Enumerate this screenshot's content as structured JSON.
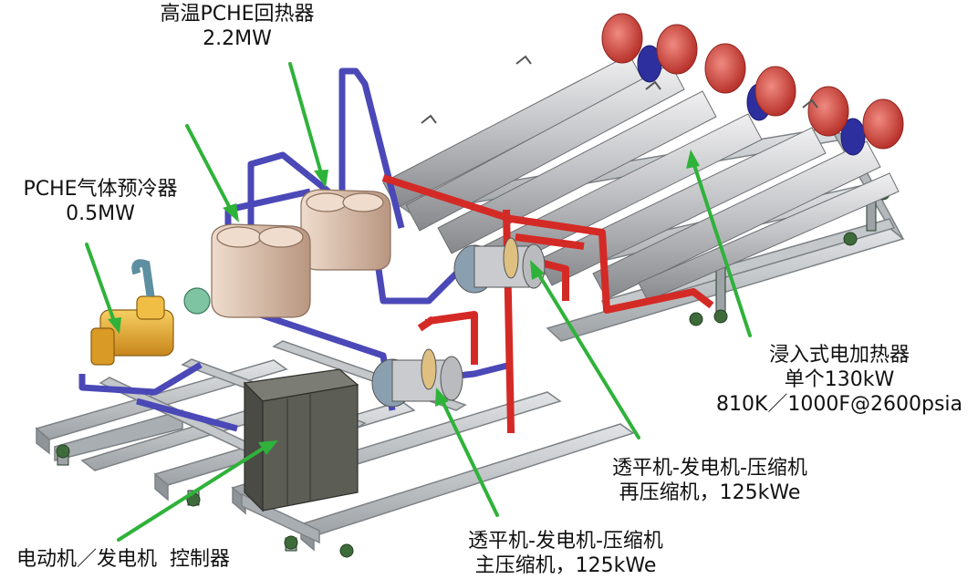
{
  "labels": {
    "recuperator": {
      "name": "高温PCHE回热器",
      "power": "2.2MW"
    },
    "precooler": {
      "name": "PCHE气体预冷器",
      "power": "0.5MW"
    },
    "heater": {
      "name": "浸入式电加热器",
      "unit": "单个130kW",
      "rating": "810K／1000F@2600psia"
    },
    "recompressor": {
      "name": "透平机-发电机-压缩机",
      "detail": "再压缩机，125kWe"
    },
    "main_compressor": {
      "name": "透平机-发电机-压缩机",
      "detail": "主压缩机，125kWe"
    },
    "controller": {
      "name": "电动机／发电机  控制器"
    }
  },
  "colors": {
    "frame": "#b9bec2",
    "pipe_hot": "#d42a26",
    "pipe_cold": "#4b48b8",
    "heater_tube": "#c6c6c8",
    "heater_cap": "#d9534a",
    "flange": "#2e2f9e",
    "hx_body": "#ddc3b0",
    "precooler_body": "#e0a52a",
    "cabinet": "#5c5d55",
    "leader": "#2fb23a"
  },
  "icons": {
    "leader_line": "green-arrow-icon"
  }
}
